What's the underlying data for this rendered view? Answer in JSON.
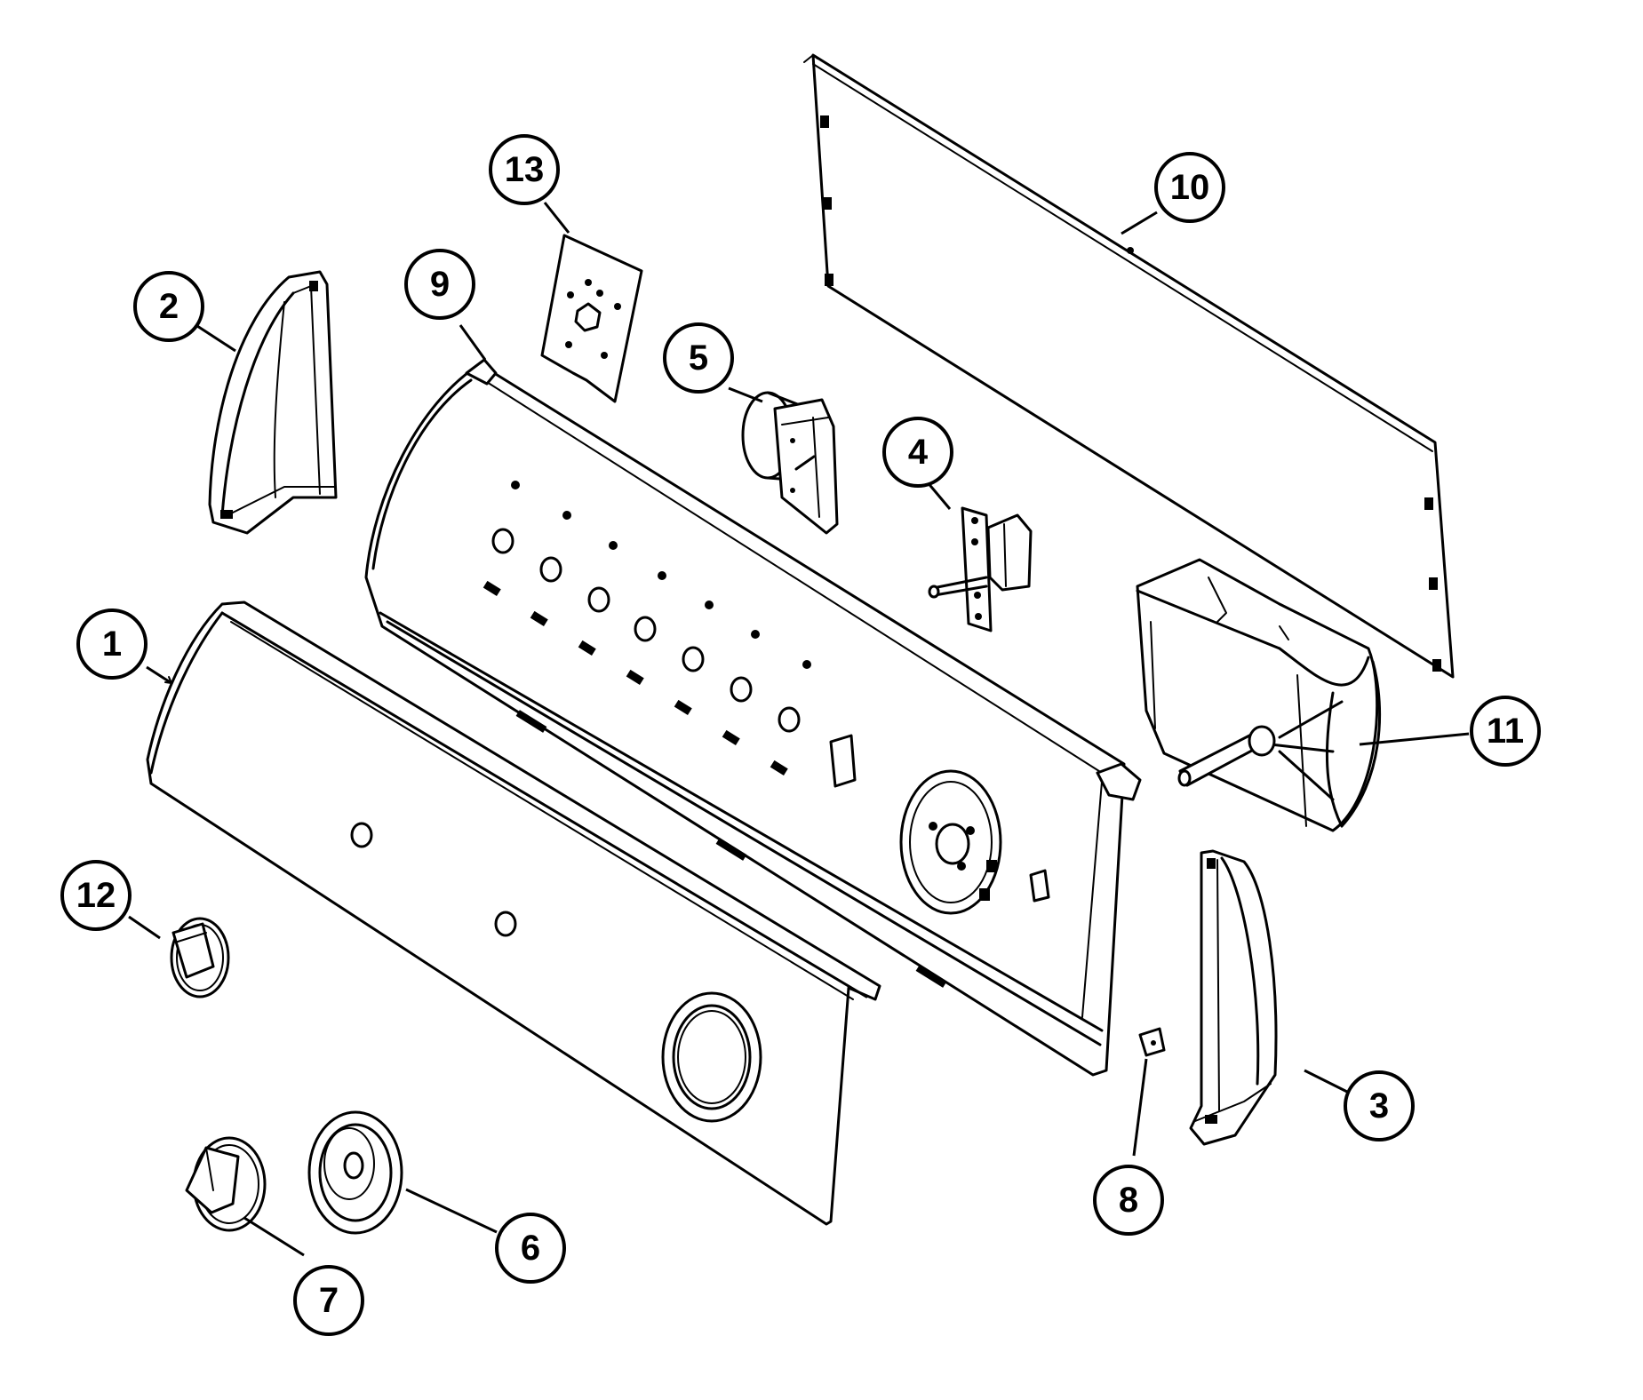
{
  "diagram": {
    "callouts": [
      {
        "id": "callout-1",
        "label": "1"
      },
      {
        "id": "callout-2",
        "label": "2"
      },
      {
        "id": "callout-3",
        "label": "3"
      },
      {
        "id": "callout-4",
        "label": "4"
      },
      {
        "id": "callout-5",
        "label": "5"
      },
      {
        "id": "callout-6",
        "label": "6"
      },
      {
        "id": "callout-7",
        "label": "7"
      },
      {
        "id": "callout-8",
        "label": "8"
      },
      {
        "id": "callout-9",
        "label": "9"
      },
      {
        "id": "callout-10",
        "label": "10"
      },
      {
        "id": "callout-11",
        "label": "11"
      },
      {
        "id": "callout-12",
        "label": "12"
      },
      {
        "id": "callout-13",
        "label": "13"
      }
    ]
  },
  "colors": {
    "ink": "#000000",
    "paper": "#ffffff"
  }
}
